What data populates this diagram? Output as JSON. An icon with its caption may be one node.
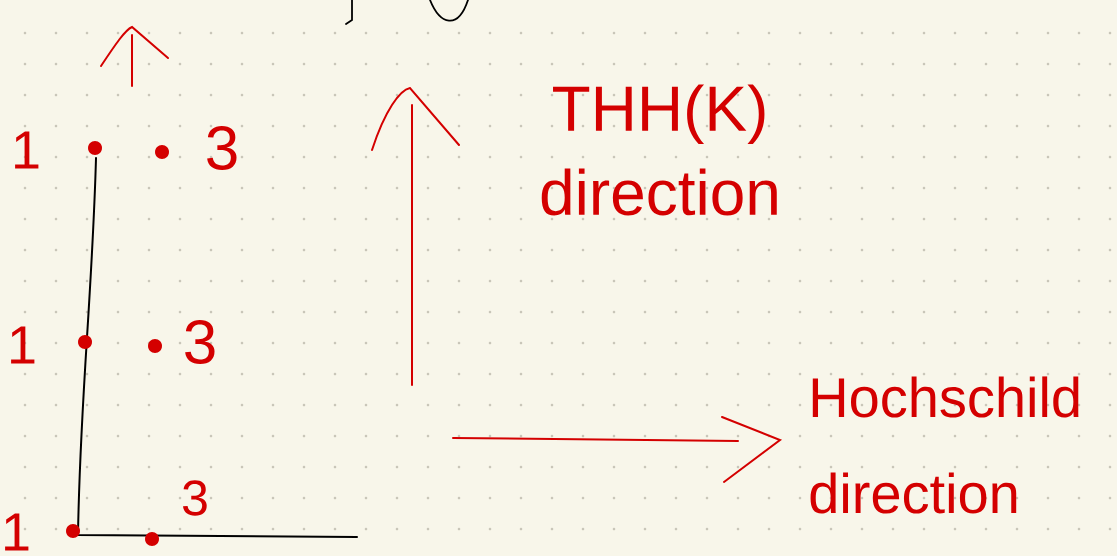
{
  "diagram": {
    "labels": [
      "1",
      "3",
      "1",
      "3",
      "1",
      "3",
      "THH(K) direction",
      "Hochschild direction"
    ]
  }
}
